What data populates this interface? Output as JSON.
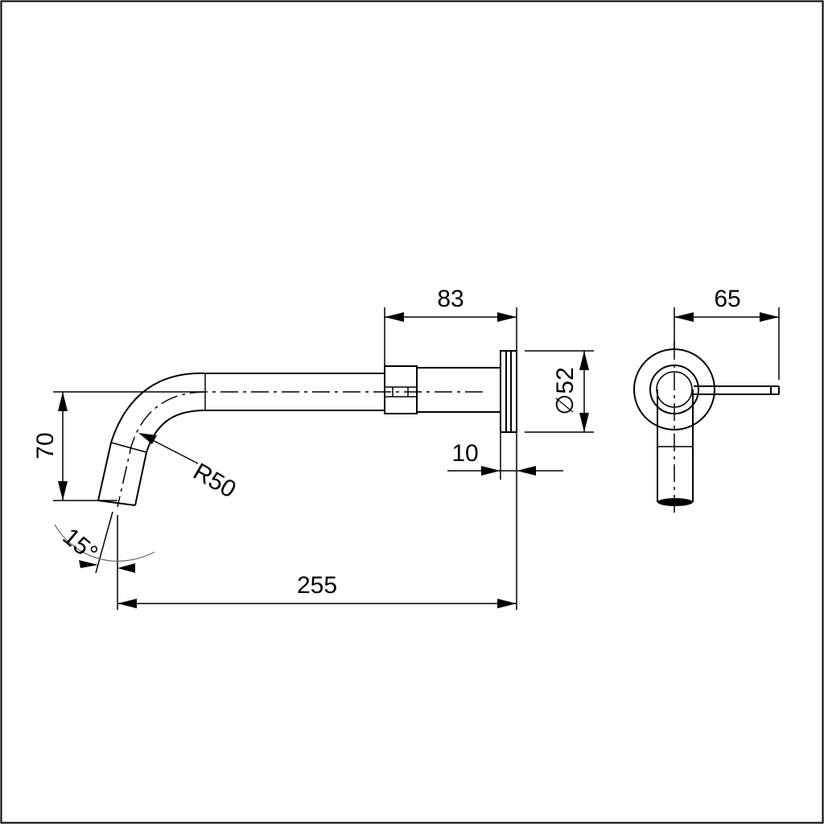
{
  "drawing": {
    "border_color": "#000000",
    "dimensions": {
      "projection_length": "83",
      "side_depth": "65",
      "rosette_diameter": "∅52",
      "rosette_thickness": "10",
      "drop_height": "70",
      "bend_radius": "R50",
      "outlet_angle": "15°",
      "total_length": "255"
    }
  }
}
